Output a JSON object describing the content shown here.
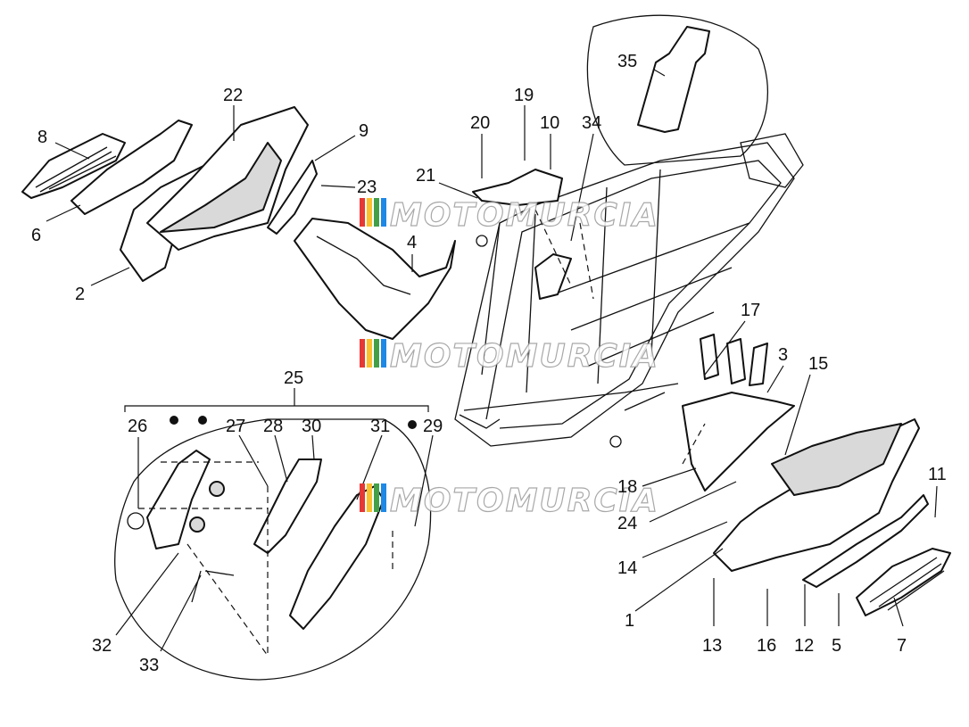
{
  "diagram": {
    "watermark_text": "MOTOMURCIA",
    "watermark_colors": [
      "#e53935",
      "#fbc02d",
      "#43a047",
      "#1e88e5"
    ],
    "callouts": [
      {
        "id": "c8",
        "label": "8"
      },
      {
        "id": "c6",
        "label": "6"
      },
      {
        "id": "c2",
        "label": "2"
      },
      {
        "id": "c22",
        "label": "22"
      },
      {
        "id": "c9",
        "label": "9"
      },
      {
        "id": "c23",
        "label": "23"
      },
      {
        "id": "c4",
        "label": "4"
      },
      {
        "id": "c20",
        "label": "20"
      },
      {
        "id": "c19",
        "label": "19"
      },
      {
        "id": "c10",
        "label": "10"
      },
      {
        "id": "c34",
        "label": "34"
      },
      {
        "id": "c21",
        "label": "21"
      },
      {
        "id": "c35",
        "label": "35"
      },
      {
        "id": "c17",
        "label": "17"
      },
      {
        "id": "c3",
        "label": "3"
      },
      {
        "id": "c15",
        "label": "15"
      },
      {
        "id": "c18",
        "label": "18"
      },
      {
        "id": "c24",
        "label": "24"
      },
      {
        "id": "c11",
        "label": "11"
      },
      {
        "id": "c14",
        "label": "14"
      },
      {
        "id": "c1",
        "label": "1"
      },
      {
        "id": "c13",
        "label": "13"
      },
      {
        "id": "c16",
        "label": "16"
      },
      {
        "id": "c12",
        "label": "12"
      },
      {
        "id": "c5",
        "label": "5"
      },
      {
        "id": "c7",
        "label": "7"
      },
      {
        "id": "c25",
        "label": "25"
      },
      {
        "id": "c26",
        "label": "26"
      },
      {
        "id": "c27",
        "label": "27"
      },
      {
        "id": "c28",
        "label": "28"
      },
      {
        "id": "c30",
        "label": "30"
      },
      {
        "id": "c31",
        "label": "31"
      },
      {
        "id": "c29",
        "label": "29"
      },
      {
        "id": "c32",
        "label": "32"
      },
      {
        "id": "c33",
        "label": "33"
      }
    ]
  }
}
